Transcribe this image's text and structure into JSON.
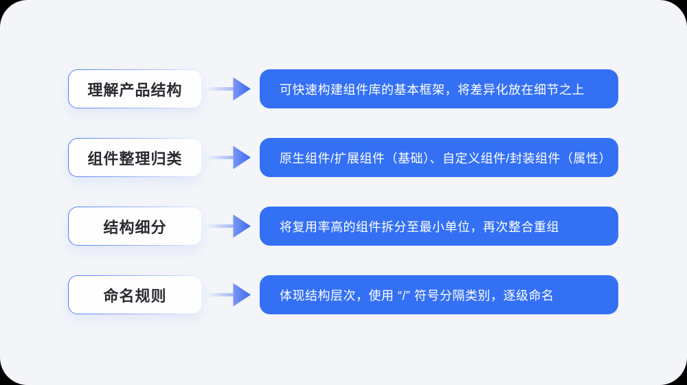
{
  "colors": {
    "outer_background": "#000000",
    "canvas_background": "#f3f5f9",
    "accent_blue": "#3470f4",
    "step_border_blue": "#4e7cf3",
    "label_text": "#2a2a30",
    "description_text": "#ffffff"
  },
  "rows": [
    {
      "label": "理解产品结构",
      "description": "可快速构建组件库的基本框架，将差异化放在细节之上"
    },
    {
      "label": "组件整理归类",
      "description": "原生组件/扩展组件（基础）、自定义组件/封装组件（属性）"
    },
    {
      "label": "结构细分",
      "description": "将复用率高的组件拆分至最小单位，再次整合重组"
    },
    {
      "label": "命名规则",
      "description": "体现结构层次，使用 “/” 符号分隔类别，逐级命名"
    }
  ]
}
